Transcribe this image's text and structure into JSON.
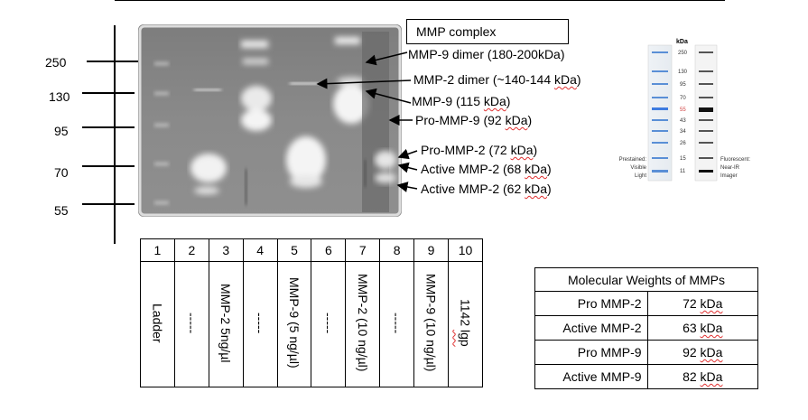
{
  "ladder_markers": [
    "250",
    "130",
    "95",
    "70",
    "55"
  ],
  "legend_box": "MMP complex",
  "annotations": [
    {
      "pre": "MMP-9 dimer (180-200kDa)",
      "unit": "",
      "post": ""
    },
    {
      "pre": "MMP-2 dimer (~140-144 ",
      "unit": "kDa",
      "post": ")"
    },
    {
      "pre": "MMP-9 (115 ",
      "unit": "kDa",
      "post": ")"
    },
    {
      "pre": "Pro-MMP-9 (92 ",
      "unit": "kDa",
      "post": ")"
    },
    {
      "pre": "Pro-MMP-2 (72 ",
      "unit": "kDa",
      "post": ")"
    },
    {
      "pre": "Active MMP-2 (68 ",
      "unit": "kDa",
      "post": ")"
    },
    {
      "pre": "Active MMP-2 (62 ",
      "unit": "kDa",
      "post": ")"
    }
  ],
  "lane_table": {
    "numbers": [
      "1",
      "2",
      "3",
      "4",
      "5",
      "6",
      "7",
      "8",
      "9",
      "10"
    ],
    "samples": [
      "Ladder",
      "-----",
      "MMP-2 5ng/µl",
      "-----",
      "MMP-9 (5 ng/µl)",
      "-----",
      "MMP-2 (10 ng/µl)",
      "-----",
      "MMP-9 (10 ng/µl)",
      "1142 "
    ],
    "sample_underlined_suffix": "lgp"
  },
  "mw_table": {
    "title": "Molecular Weights of MMPs",
    "rows": [
      {
        "name": "Pro MMP-2",
        "value": "72 ",
        "unit": "kDa"
      },
      {
        "name": "Active MMP-2",
        "value": "63 ",
        "unit": "kDa"
      },
      {
        "name": "Pro MMP-9",
        "value": "92 ",
        "unit": "kDa"
      },
      {
        "name": "Active MMP-9",
        "value": "82 ",
        "unit": "kDa"
      }
    ]
  },
  "ladder_reference": {
    "header": "kDa",
    "markers": [
      "250",
      "130",
      "95",
      "70",
      "55",
      "43",
      "34",
      "26",
      "15",
      "11"
    ],
    "left_caption": [
      "Prestained:",
      "Visible",
      "Light"
    ],
    "right_caption": [
      "Fluorescent:",
      "Near-IR",
      "Imager"
    ]
  }
}
